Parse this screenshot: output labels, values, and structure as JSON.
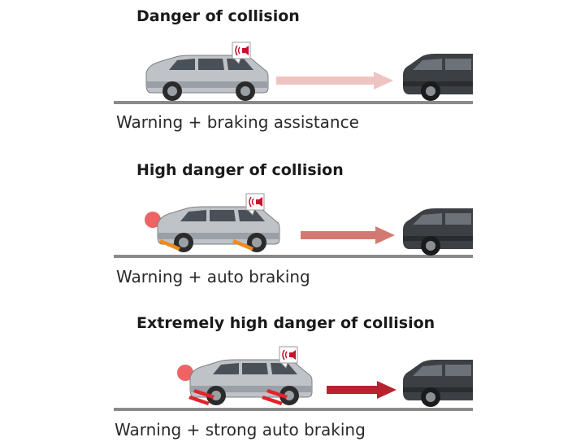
{
  "stages": [
    {
      "title": "Danger of collision",
      "caption": "Warning + braking assistance",
      "arrow_color": "#efc4c0"
    },
    {
      "title": "High danger of collision",
      "caption": "Warning + auto braking",
      "arrow_color": "#d27a72"
    },
    {
      "title": "Extremely high danger of collision",
      "caption": "Warning + strong auto braking",
      "arrow_color": "#b8222e"
    }
  ],
  "colors": {
    "warning_red": "#c8102e",
    "road": "#8a8a8a",
    "car_silver": "#bfc3c7",
    "car_dark": "#3c3f43",
    "brake_orange": "#f08a1c"
  }
}
